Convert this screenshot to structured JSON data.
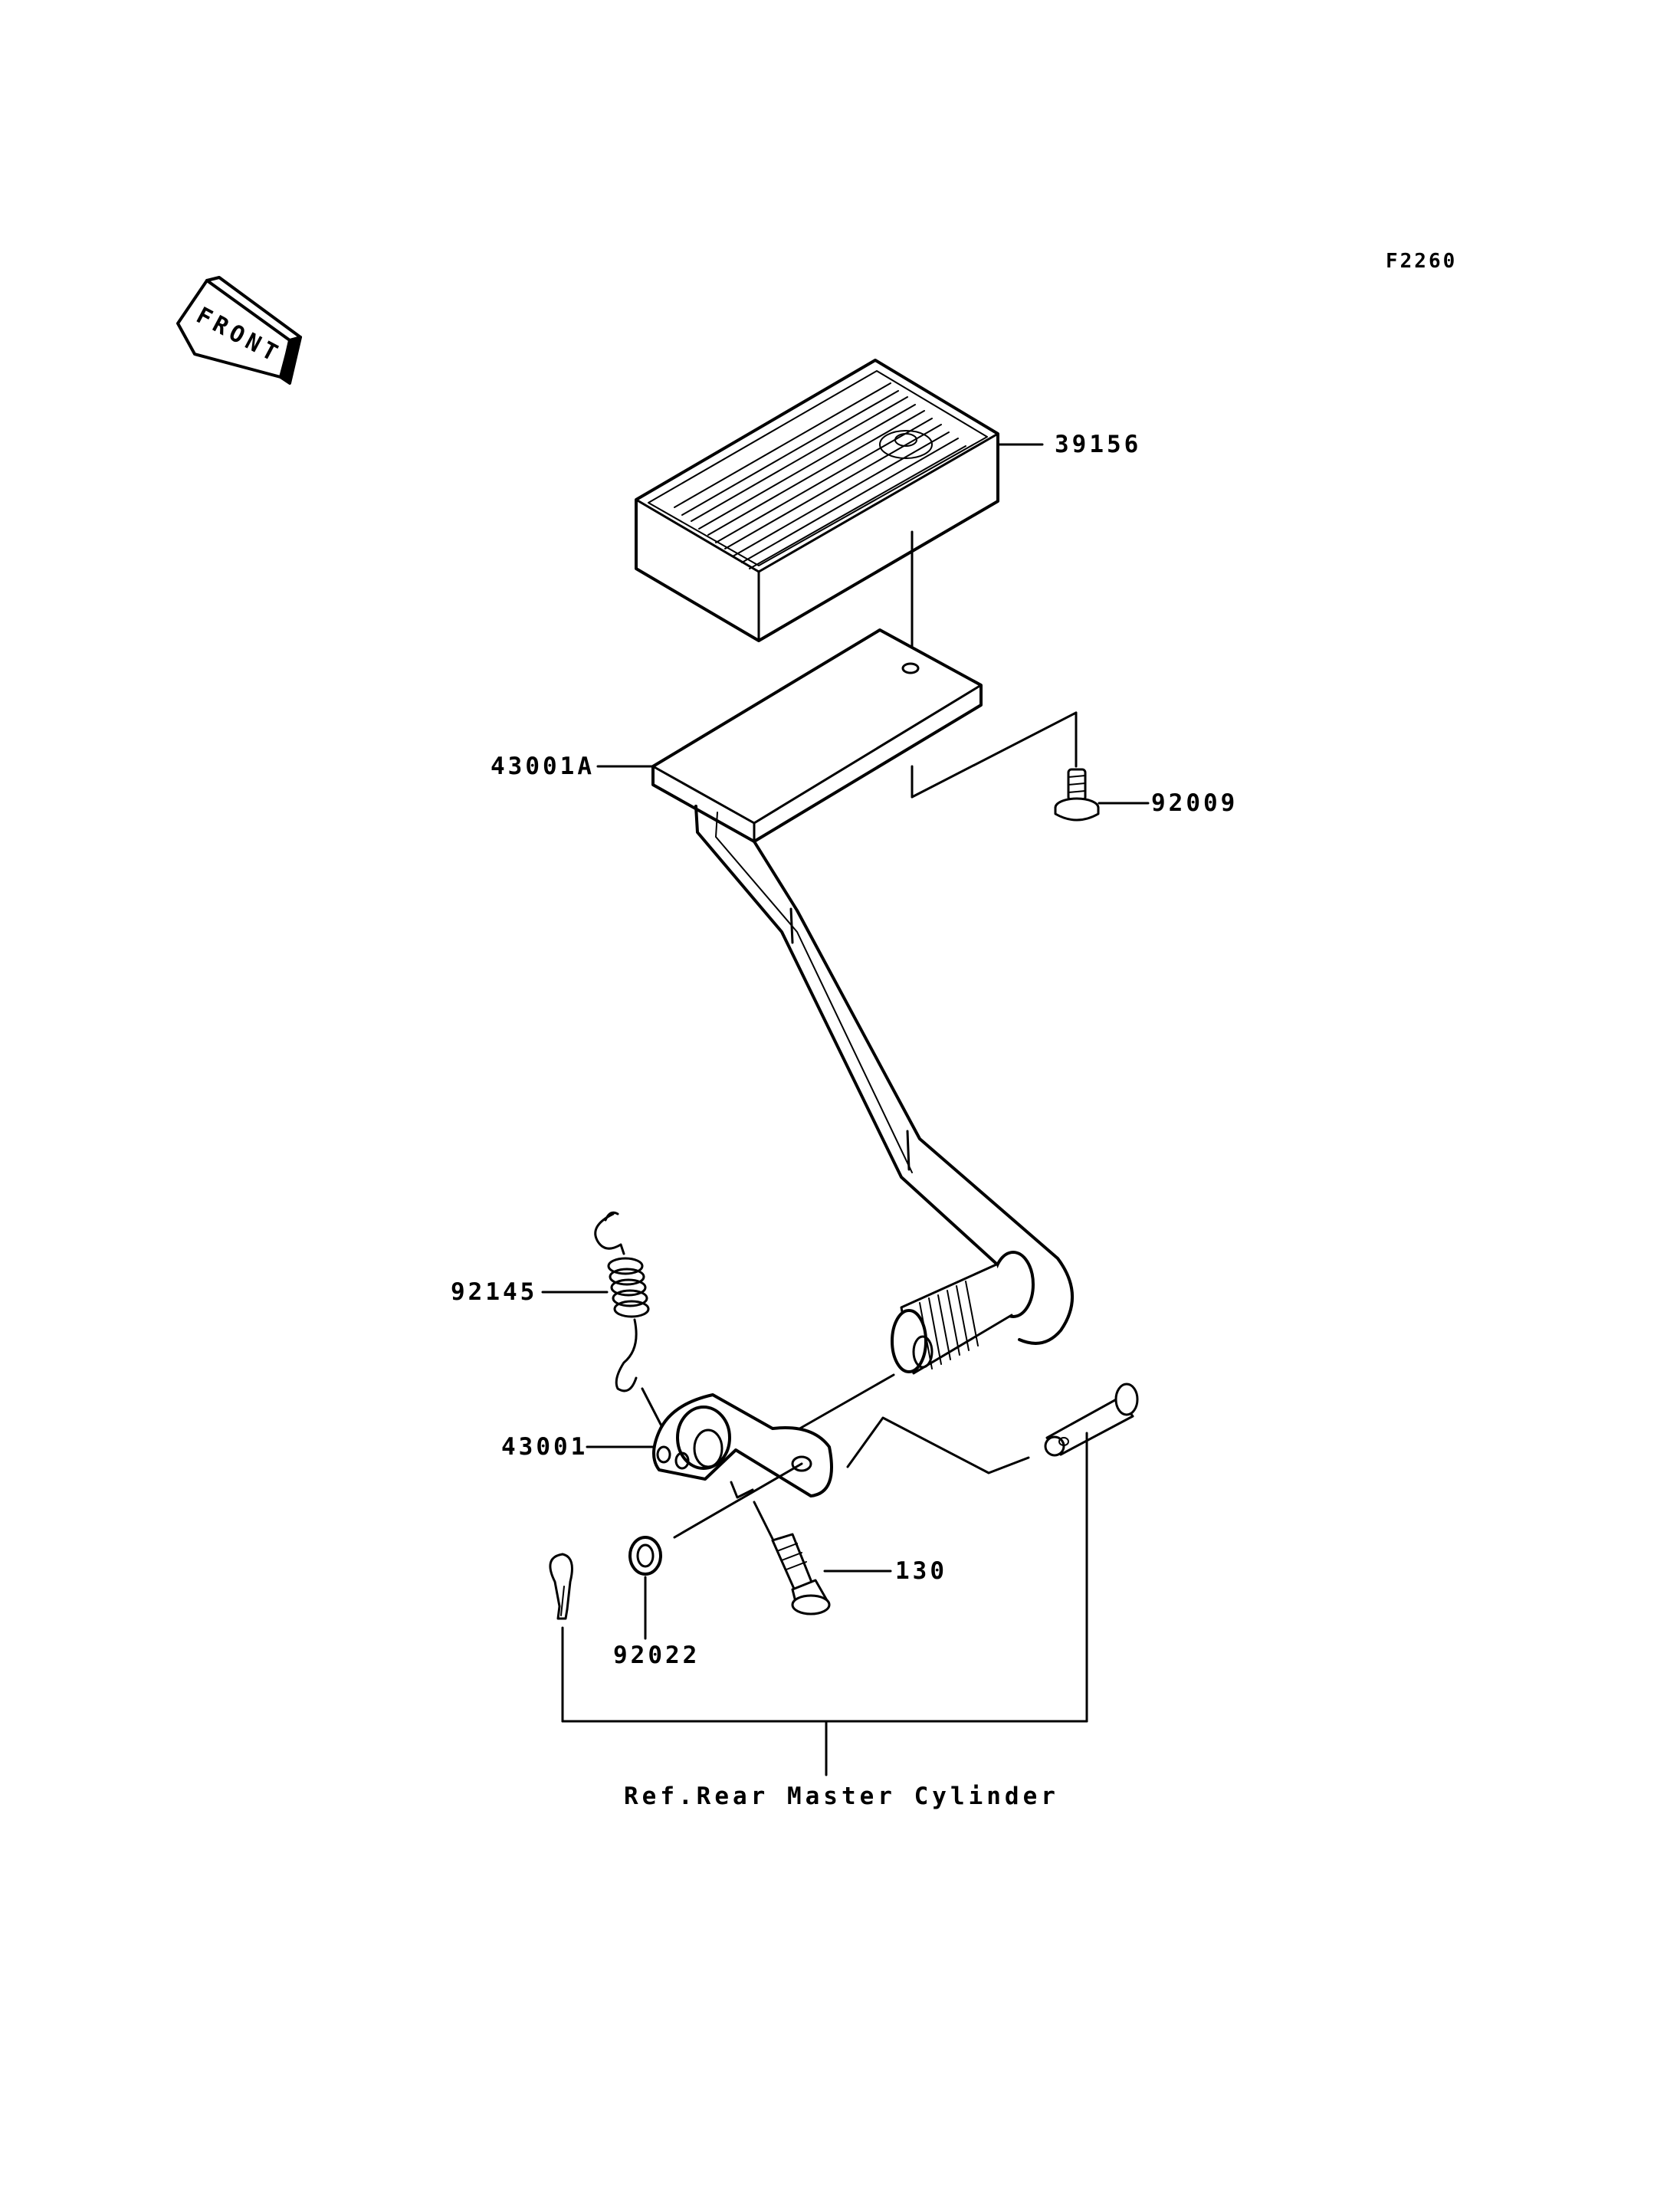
{
  "figure_code": "F2260",
  "front_arrow_label": "FRONT",
  "parts": {
    "pedal_rubber": "39156",
    "brake_pedal_upper": "43001A",
    "bolt_upper": "92009",
    "spring": "92145",
    "brake_lever": "43001",
    "flange_bolt": "130",
    "washer": "92022"
  },
  "reference_note": "Ref.Rear Master Cylinder",
  "colors": {
    "line": "#000000",
    "background": "#ffffff"
  }
}
